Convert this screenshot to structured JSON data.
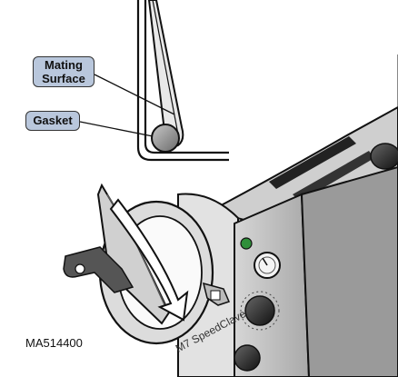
{
  "callouts": {
    "mating_surface": [
      "Mating",
      "Surface"
    ],
    "gasket": "Gasket"
  },
  "figure_code": "MA514400",
  "unit_brand": "M7 SpeedClave",
  "colors": {
    "callout_fill": "#b9c7dc",
    "outline": "#111111",
    "housing": "#bdbdbd",
    "housing_dark": "#8a8a8a",
    "gasket": "#8c8c8c",
    "indicator_green": "#2f8f3a",
    "knob": "#333333"
  },
  "icons": [
    "gasket-cross-section",
    "door-hinge",
    "rotation-arrow",
    "temperature-gauge-icon"
  ]
}
